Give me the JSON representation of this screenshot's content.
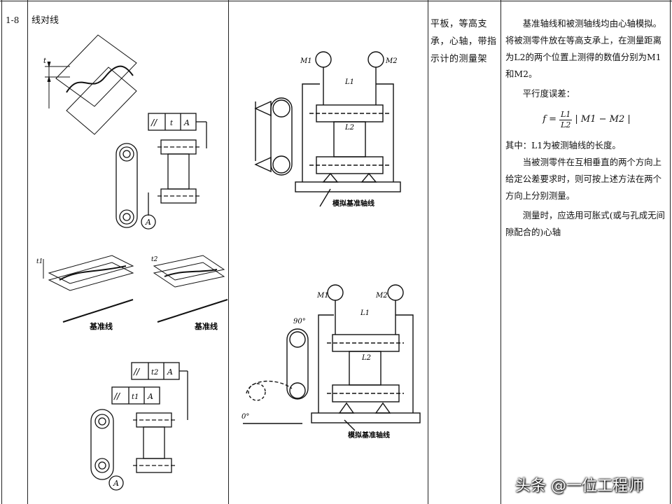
{
  "row_number": "1-8",
  "item_name": "线对线",
  "left_fig": {
    "t": "t",
    "t1": "t1",
    "t2": "t2",
    "fcf_symbol": "//",
    "datum": "A",
    "datum_label1": "基准线",
    "datum_label2": "基准线"
  },
  "mid_fig": {
    "m1": "M1",
    "m2": "M2",
    "l1": "L1",
    "l2": "L2",
    "sim_axis_1": "模拟基准轴线",
    "sim_axis_2": "模拟基准轴线",
    "angle_90": "90°",
    "angle_0": "0°"
  },
  "method": "平板，等高支承，心轴，带指示计的测量架",
  "desc": {
    "p1": "基准轴线和被测轴线均由心轴模拟。将被测零件放在等高支承上，在测量距离为L2的两个位置上测得的数值分别为M1和M2。",
    "p2": "平行度误差：",
    "formula_lhs": "f =",
    "formula_num": "L1",
    "formula_den": "L2",
    "formula_rhs": "| M1 − M2 |",
    "p3": "其中：L1为被测轴线的长度。",
    "p4": "当被测零件在互相垂直的两个方向上给定公差要求时，则可按上述方法在两个方向上分别测量。",
    "p5": "测量时，应选用可胀式(或与孔成无间隙配合的)心轴"
  },
  "watermark": "头条 @一位工程师"
}
